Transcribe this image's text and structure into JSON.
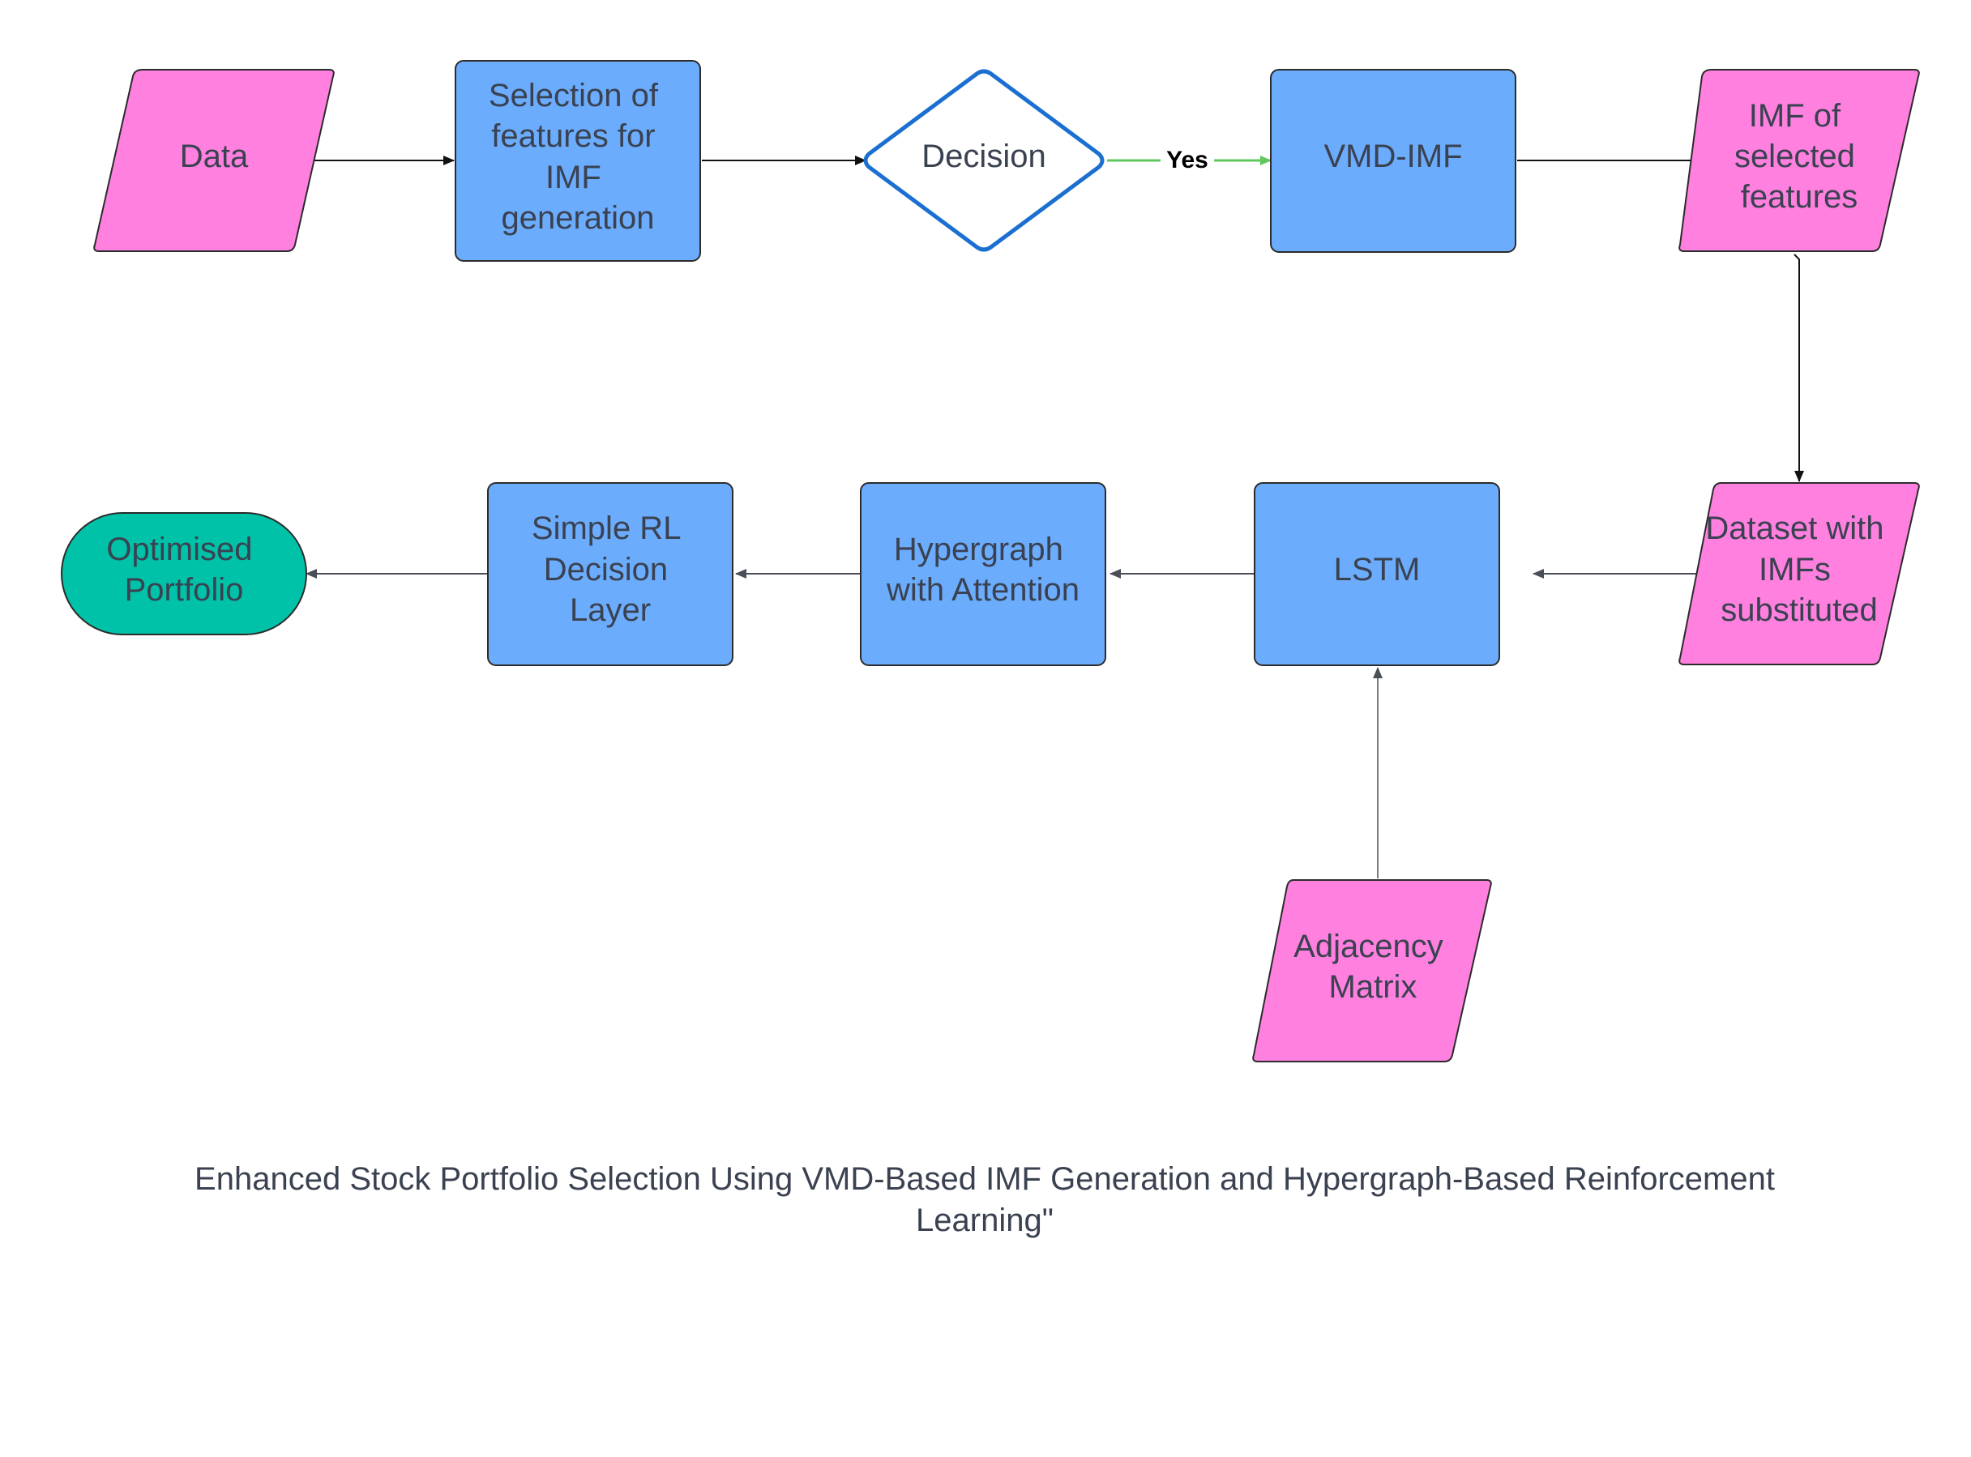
{
  "colors": {
    "process": "#6cacfd",
    "data": "#ff80df",
    "terminal": "#00c2a8",
    "decision_border": "#1a6fd1",
    "yes_edge": "#5ec85e",
    "edge": "#111111",
    "gray_edge": "#4a4e57",
    "text": "#3a4150"
  },
  "nodes": {
    "data": {
      "type": "data",
      "lines": [
        "Data"
      ]
    },
    "selection": {
      "type": "process",
      "lines": [
        "Selection of",
        "features for",
        "IMF",
        "generation"
      ]
    },
    "decision": {
      "type": "decision",
      "lines": [
        "Decision"
      ]
    },
    "vmd_imf": {
      "type": "process",
      "lines": [
        "VMD-IMF"
      ]
    },
    "imf_selected": {
      "type": "data",
      "lines": [
        "IMF of",
        "selected",
        "features"
      ]
    },
    "dataset_imfs": {
      "type": "data",
      "lines": [
        "Dataset with",
        "IMFs",
        "substituted"
      ]
    },
    "lstm": {
      "type": "process",
      "lines": [
        "LSTM"
      ]
    },
    "adjacency": {
      "type": "data",
      "lines": [
        "Adjacency",
        "Matrix"
      ]
    },
    "hypergraph": {
      "type": "process",
      "lines": [
        "Hypergraph",
        "with Attention"
      ]
    },
    "simple_rl": {
      "type": "process",
      "lines": [
        "Simple RL",
        "Decision",
        "Layer"
      ]
    },
    "optimised": {
      "type": "terminal",
      "lines": [
        "Optimised",
        "Portfolio"
      ]
    }
  },
  "edges": [
    {
      "from": "data",
      "to": "selection",
      "label": ""
    },
    {
      "from": "selection",
      "to": "decision",
      "label": ""
    },
    {
      "from": "decision",
      "to": "vmd_imf",
      "label": "Yes"
    },
    {
      "from": "vmd_imf",
      "to": "imf_selected",
      "label": ""
    },
    {
      "from": "imf_selected",
      "to": "dataset_imfs",
      "label": ""
    },
    {
      "from": "dataset_imfs",
      "to": "lstm",
      "label": ""
    },
    {
      "from": "adjacency",
      "to": "lstm",
      "label": ""
    },
    {
      "from": "lstm",
      "to": "hypergraph",
      "label": ""
    },
    {
      "from": "hypergraph",
      "to": "simple_rl",
      "label": ""
    },
    {
      "from": "simple_rl",
      "to": "optimised",
      "label": ""
    }
  ],
  "caption": {
    "line1": "Enhanced Stock Portfolio Selection Using VMD-Based IMF Generation and Hypergraph-Based Reinforcement",
    "line2": "Learning\""
  }
}
